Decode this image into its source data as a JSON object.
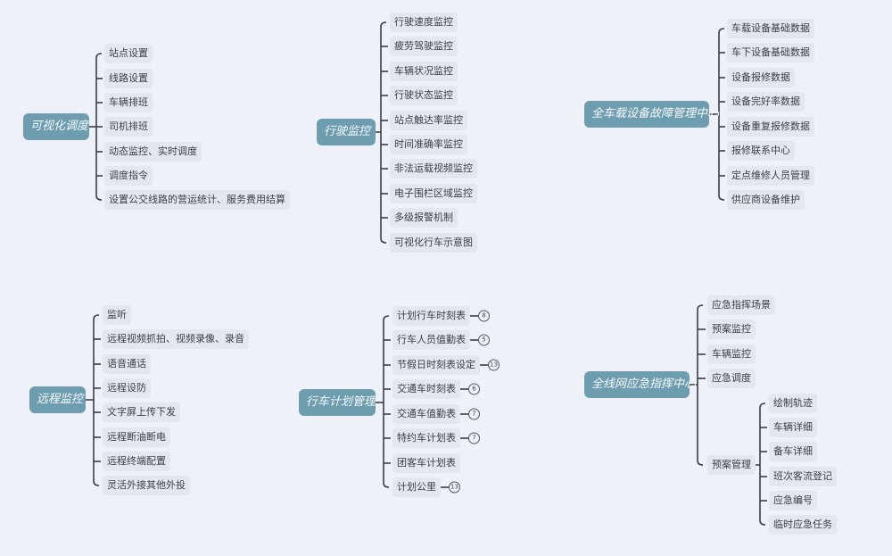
{
  "colors": {
    "root_fill": "#6f9db0",
    "leaf_fill": "#e3e7ee",
    "line": "#3a3f47",
    "background": "#eef2f8"
  },
  "maps": [
    {
      "id": "visual-dispatch",
      "root": "可视化调度",
      "children": [
        {
          "label": "站点设置"
        },
        {
          "label": "线路设置"
        },
        {
          "label": "车辆排班"
        },
        {
          "label": "司机排班"
        },
        {
          "label": "动态监控、实时调度"
        },
        {
          "label": "调度指令"
        },
        {
          "label": "设置公交线路的营运统计、服务费用结算"
        }
      ]
    },
    {
      "id": "driving-monitor",
      "root": "行驶监控",
      "children": [
        {
          "label": "行驶速度监控"
        },
        {
          "label": "疲劳驾驶监控"
        },
        {
          "label": "车辆状况监控"
        },
        {
          "label": "行驶状态监控"
        },
        {
          "label": "站点触达率监控"
        },
        {
          "label": "时间准确率监控"
        },
        {
          "label": "非法运载视频监控"
        },
        {
          "label": "电子围栏区域监控"
        },
        {
          "label": "多级报警机制"
        },
        {
          "label": "可视化行车示意图"
        }
      ]
    },
    {
      "id": "device-fault-center",
      "root": "全车载设备故障管理中心",
      "children": [
        {
          "label": "车载设备基础数据"
        },
        {
          "label": "车下设备基础数据"
        },
        {
          "label": "设备报修数据"
        },
        {
          "label": "设备完好率数据"
        },
        {
          "label": "设备重复报修数据"
        },
        {
          "label": "报修联系中心"
        },
        {
          "label": "定点维修人员管理"
        },
        {
          "label": "供应商设备维护"
        }
      ]
    },
    {
      "id": "remote-monitor",
      "root": "远程监控",
      "children": [
        {
          "label": "监听"
        },
        {
          "label": "远程视频抓拍、视频录像、录音"
        },
        {
          "label": "语音通话"
        },
        {
          "label": "远程设防"
        },
        {
          "label": "文字屏上传下发"
        },
        {
          "label": "远程断油断电"
        },
        {
          "label": "远程终端配置"
        },
        {
          "label": "灵活外接其他外投"
        }
      ]
    },
    {
      "id": "trip-plan",
      "root": "行车计划管理",
      "children": [
        {
          "label": "计划行车时刻表",
          "badge": "8"
        },
        {
          "label": "行车人员值勤表",
          "badge": "5"
        },
        {
          "label": "节假日时刻表设定",
          "badge": "13"
        },
        {
          "label": "交通车时刻表",
          "badge": "6"
        },
        {
          "label": "交通车值勤表",
          "badge": "7"
        },
        {
          "label": "特约车计划表",
          "badge": "7"
        },
        {
          "label": "团客车计划表"
        },
        {
          "label": "计划公里",
          "badge": "13"
        }
      ]
    },
    {
      "id": "emergency-center",
      "root": "全线网应急指挥中心",
      "children": [
        {
          "label": "应急指挥场景"
        },
        {
          "label": "预案监控"
        },
        {
          "label": "车辆监控"
        },
        {
          "label": "应急调度"
        },
        {
          "label": "预案管理",
          "children": [
            {
              "label": "绘制轨迹"
            },
            {
              "label": "车辆详细"
            },
            {
              "label": "备车详细"
            },
            {
              "label": "班次客流登记"
            },
            {
              "label": "应急编号"
            },
            {
              "label": "临时应急任务"
            }
          ]
        }
      ]
    }
  ]
}
